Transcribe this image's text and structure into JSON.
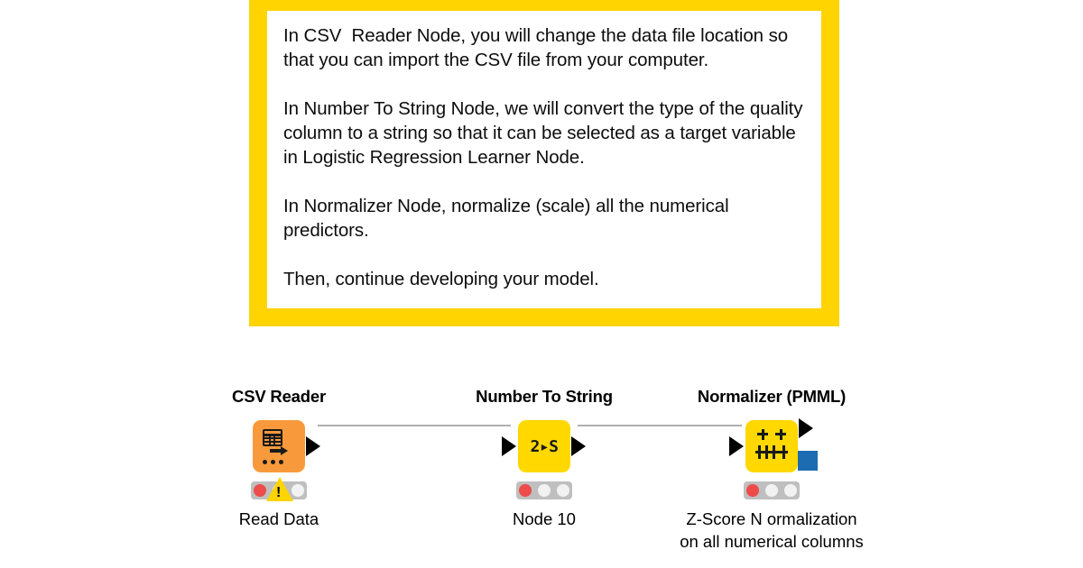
{
  "instruction_box": {
    "border_color": "#FFD400",
    "background_color": "#FFFFFF",
    "paragraphs": [
      "In CSV  Reader Node, you will change the data file location so that you can import the CSV file from your computer.",
      "In Number To String Node, we will convert the type of the quality column to a string so that it can be selected as a target variable in Logistic Regression Learner Node.",
      "In Normalizer Node, normalize (scale) all the numerical predictors.",
      "Then, continue developing your model."
    ]
  },
  "workflow": {
    "nodes": [
      {
        "title": "CSV Reader",
        "caption": "Read Data",
        "icon": "csv-table-arrow-icon",
        "chip_color": "#F89A3C",
        "status": {
          "lights": [
            "red",
            "off",
            "off"
          ],
          "warning": true,
          "warning_glyph": "!"
        }
      },
      {
        "title": "Number To String",
        "caption": "Node 10",
        "icon": "number-to-string-icon",
        "icon_text": "2▸S",
        "chip_color": "#FFD800",
        "status": {
          "lights": [
            "red",
            "off",
            "off"
          ],
          "warning": false,
          "warning_glyph": ""
        }
      },
      {
        "title": "Normalizer (PMML)",
        "caption": "Z-Score N ormalization\non all numerical columns",
        "icon": "normalizer-scale-icon",
        "chip_color": "#FFD800",
        "pmml_port_color": "#1B6CB0",
        "status": {
          "lights": [
            "red",
            "off",
            "off"
          ],
          "warning": false,
          "warning_glyph": ""
        }
      }
    ],
    "connector_color": "#AFAFAF"
  }
}
